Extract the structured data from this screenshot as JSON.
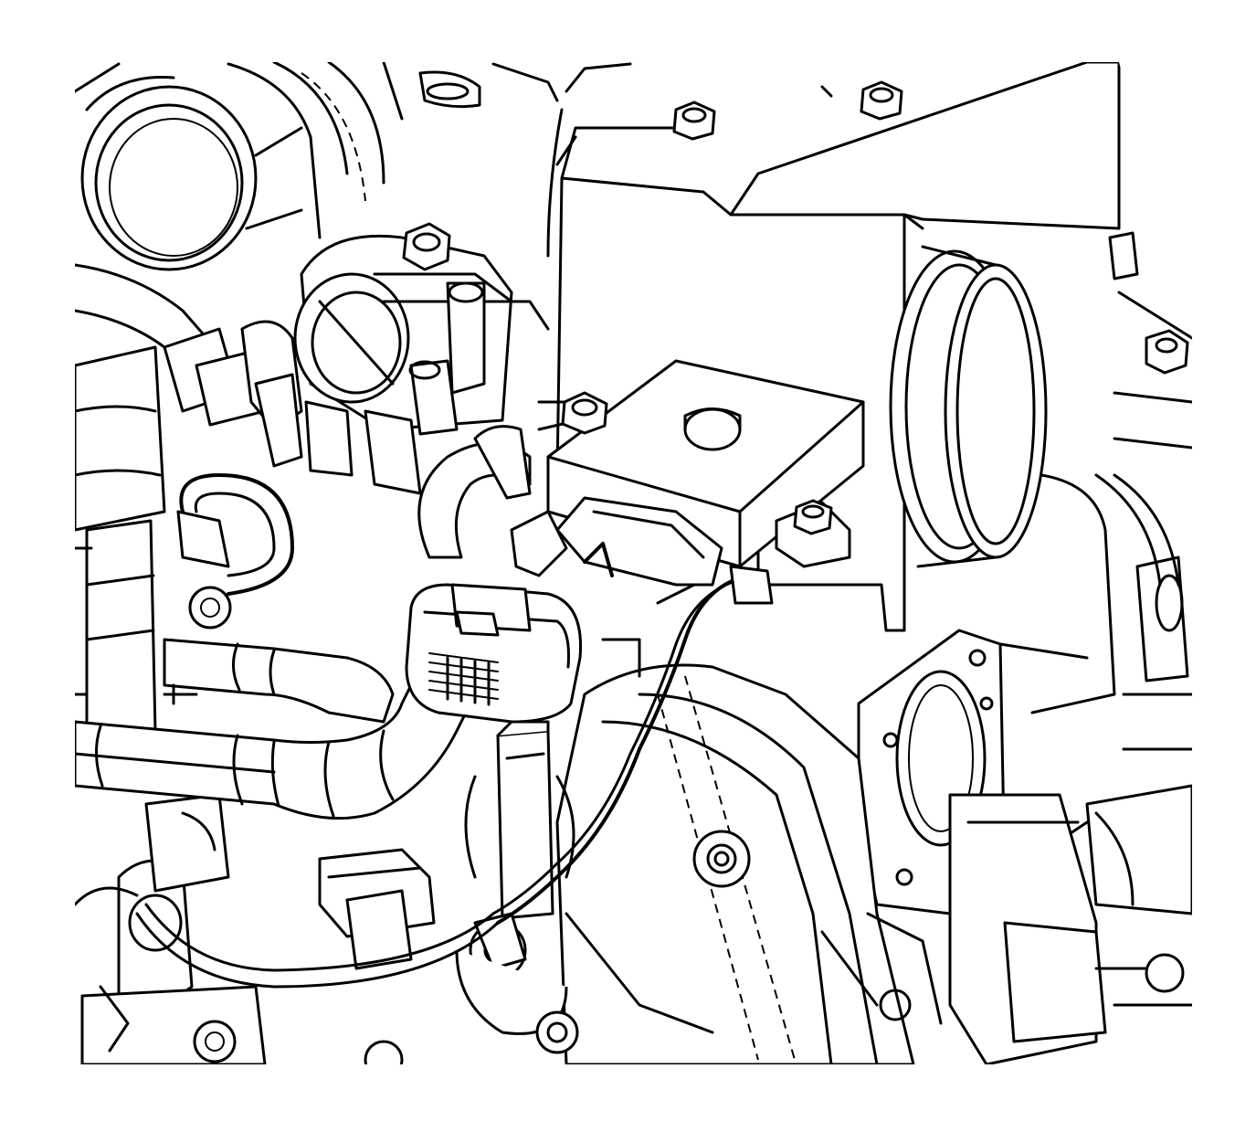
{
  "figure": {
    "kind": "line-art",
    "stroke_color": "#000000",
    "background_color": "#ffffff",
    "components": [
      {
        "id": "intake-tube",
        "label": ""
      },
      {
        "id": "throttle-body",
        "label": ""
      },
      {
        "id": "module-cover",
        "label": ""
      },
      {
        "id": "sensor-module",
        "label": ""
      },
      {
        "id": "harness-connector",
        "label": ""
      },
      {
        "id": "wiring-harness",
        "label": ""
      },
      {
        "id": "ground-strap",
        "label": ""
      },
      {
        "id": "exhaust-flange",
        "label": ""
      },
      {
        "id": "mounting-bolt",
        "label": ""
      }
    ]
  }
}
